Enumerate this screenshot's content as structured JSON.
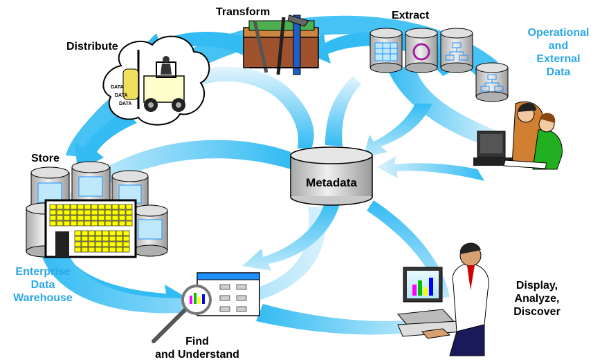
{
  "labels": {
    "transform": "Transform",
    "extract": "Extract",
    "distribute": "Distribute",
    "operational": "Operational",
    "and": "and",
    "external": "External",
    "data": "Data",
    "store": "Store",
    "metadata": "Metadata",
    "enterprise": "Enterprise",
    "enterprise_data": "Data",
    "warehouse": "Warehouse",
    "find": "Find",
    "and_understand": "and Understand",
    "display": "Display,",
    "analyze": "Analyze,",
    "discover": "Discover"
  },
  "data_crate_text": "DATA",
  "colors": {
    "flow_arrow": "#33bbf3",
    "flow_arrow_light": "#bfe9fb",
    "label_blue": "#2aa7e6",
    "cylinder_fill": "#d6d6d6",
    "building_window": "#ffff00",
    "chart_bar_colors": [
      "#ff00ff",
      "#00c000",
      "#ffff00",
      "#0000ff"
    ]
  },
  "icons": [
    "toolbox-icon",
    "forklift-icon",
    "database-cylinder-icon",
    "office-building-icon",
    "magnifier-icon",
    "computer-user-icon",
    "people-at-computer-icon",
    "cloud-icon"
  ]
}
